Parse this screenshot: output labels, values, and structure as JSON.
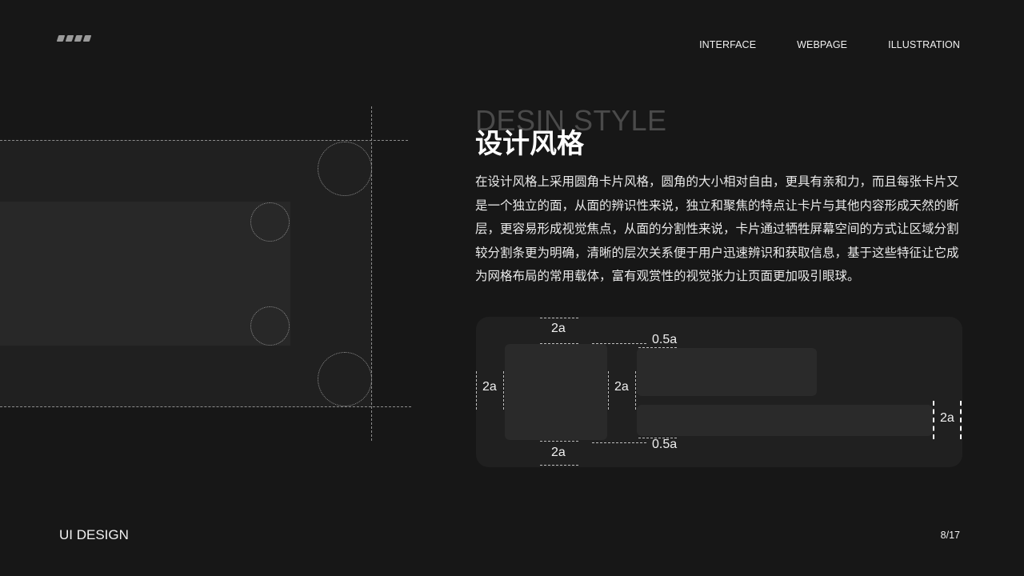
{
  "header": {
    "logo_icon": "four-slanted-bars-logo",
    "nav": [
      {
        "label": "INTERFACE"
      },
      {
        "label": "WEBPAGE"
      },
      {
        "label": "ILLUSTRATION"
      }
    ]
  },
  "section": {
    "background_title": "DESIN STYLE",
    "title": "设计风格",
    "paragraph": "在设计风格上采用圆角卡片风格，圆角的大小相对自由，更具有亲和力，而且每张卡片又是一个独立的面，从面的辨识性来说，独立和聚焦的特点让卡片与其他内容形成天然的断层，更容易形成视觉焦点，从面的分割性来说，卡片通过牺牲屏幕空间的方式让区域分割较分割条更为明确，清晰的层次关系便于用户迅速辨识和获取信息，基于这些特征让它成为网格布局的常用载体，富有观赏性的视觉张力让页面更加吸引眼球。"
  },
  "diagram": {
    "labels": {
      "top": "2a",
      "bottom": "2a",
      "left": "2a",
      "middle": "2a",
      "gap_top": "0.5a",
      "gap_bottom": "0.5a",
      "right": "2a"
    }
  },
  "footer": {
    "left": "UI DESIGN",
    "page": "8/17"
  },
  "colors": {
    "background": "#171717",
    "card_outer": "#202020",
    "card_inner": "#2a2a2a",
    "guide": "#8c8c8c",
    "text": "#ffffff",
    "ghost_title": "#4a4a4a"
  }
}
